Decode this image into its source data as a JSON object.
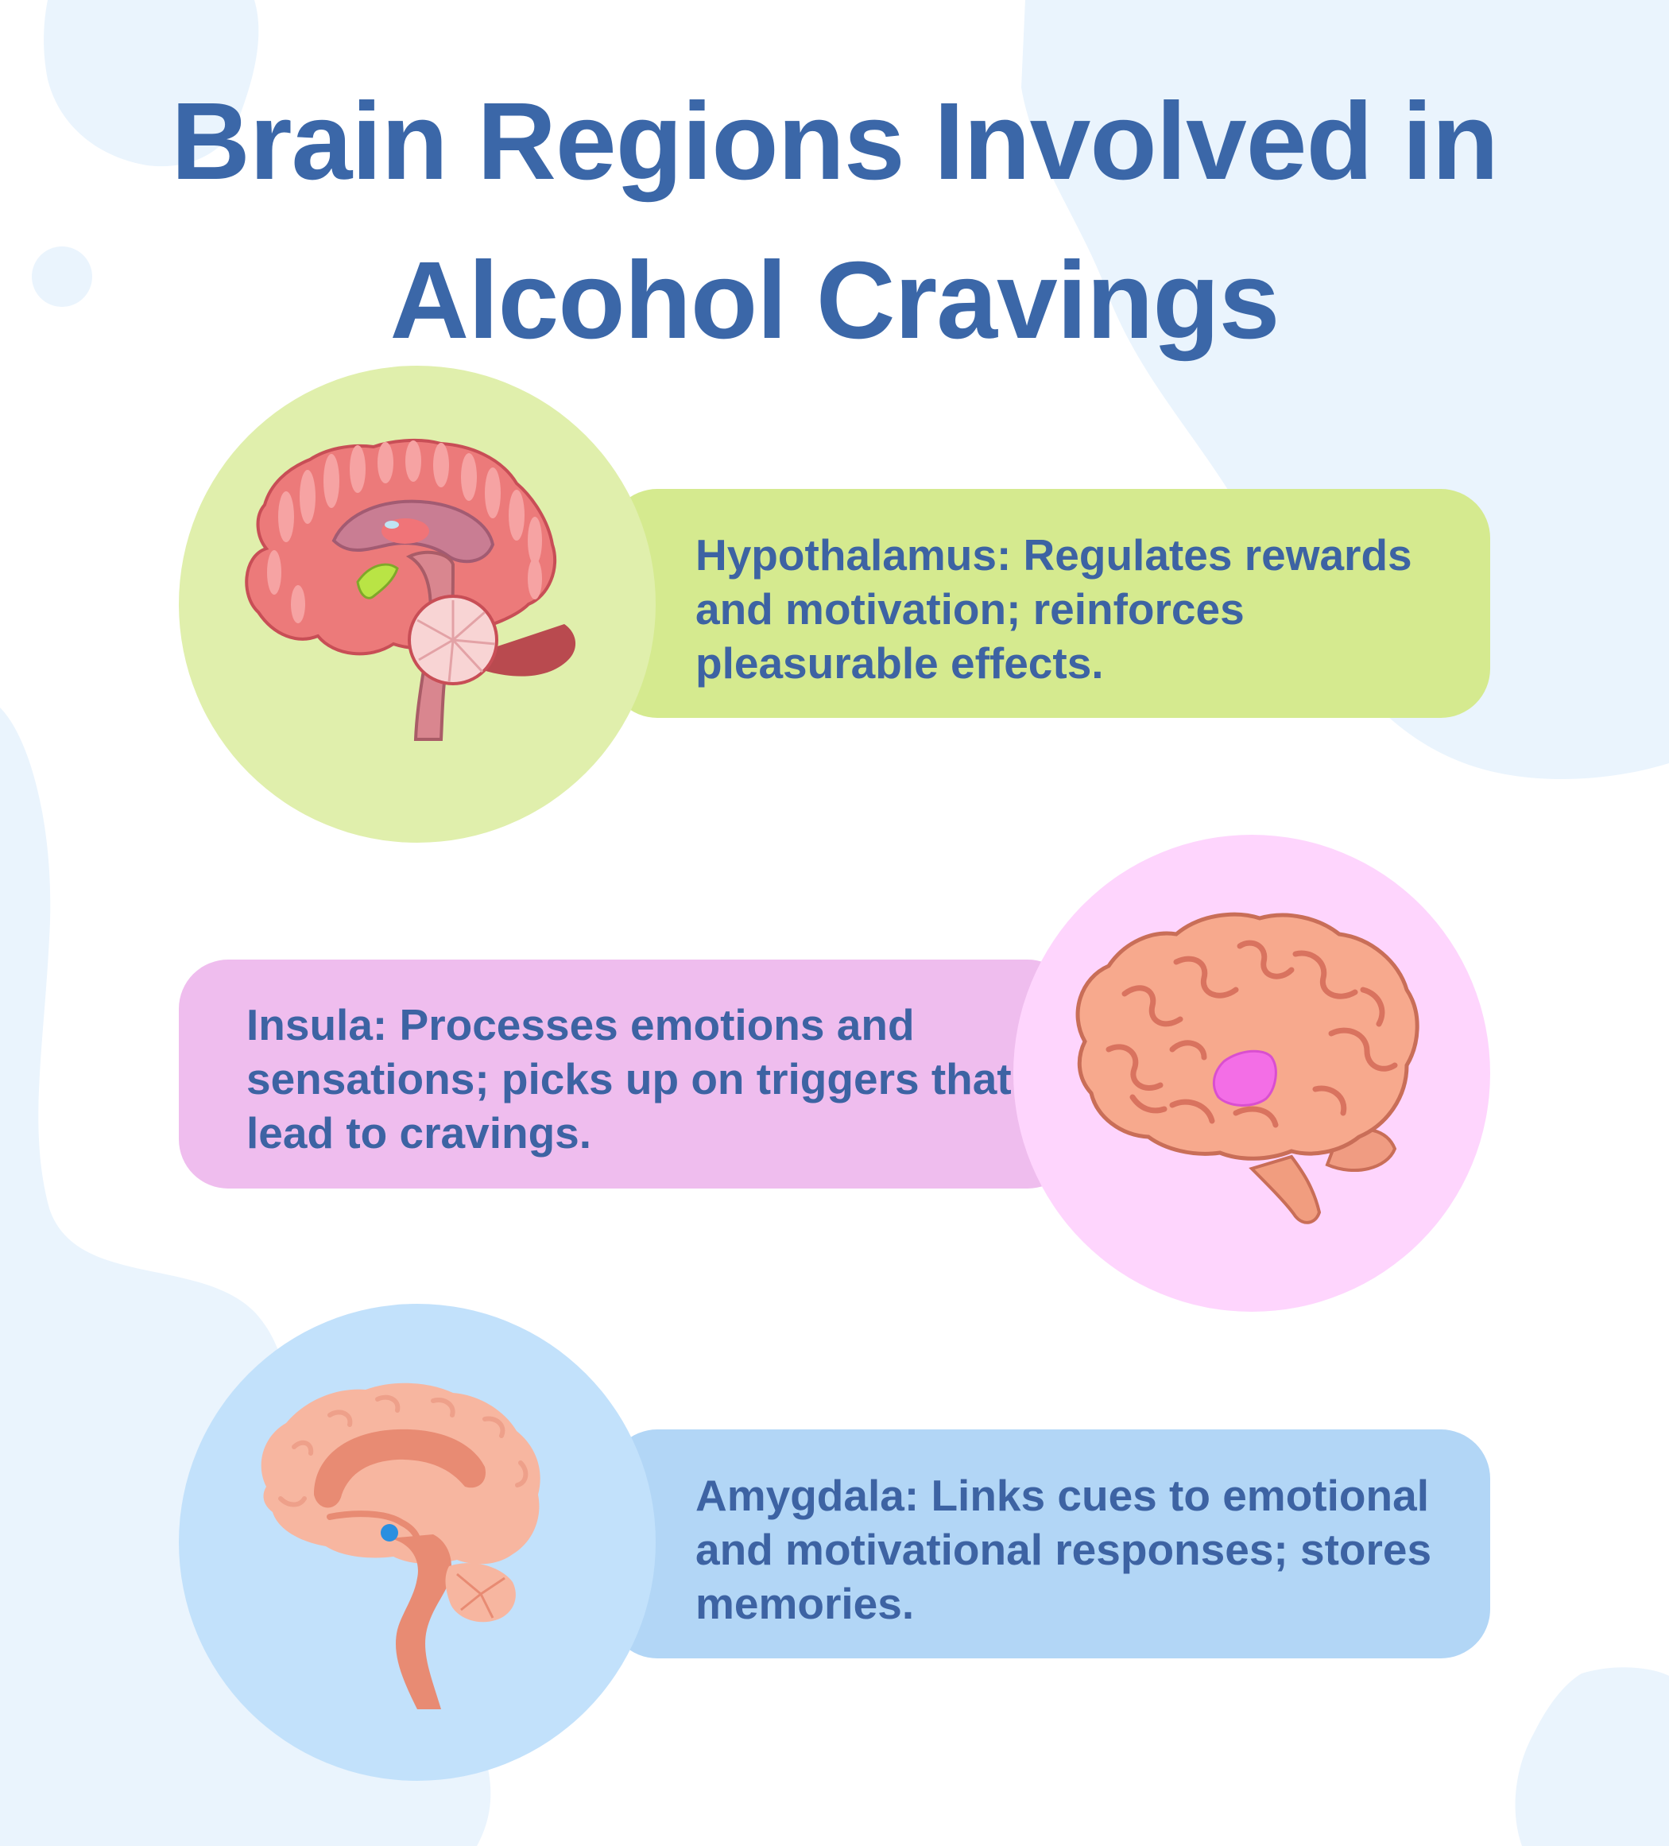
{
  "title": {
    "line1": "Brain Regions Involved in",
    "line2": "Alcohol Cravings"
  },
  "regions": [
    {
      "text": "Hypothalamus: Regulates rewards and motivation; reinforces pleasurable effects.",
      "highlight_color": "#b9e445",
      "icon": "sagittal-brain-hypothalamus-icon"
    },
    {
      "text": "Insula: Processes emotions and sensations; picks up on triggers that lead to cravings.",
      "highlight_color": "#f36ee6",
      "icon": "lateral-brain-insula-icon"
    },
    {
      "text": "Amygdala: Links cues to emotional and motivational responses; stores memories.",
      "highlight_color": "#2a8fe0",
      "icon": "sagittal-brain-amygdala-icon"
    }
  ],
  "colors": {
    "title": "#3b67a8",
    "body_text": "#3d63a3",
    "background_blob": "#eaf4fd",
    "pill_green": "#d5ea8f",
    "pill_pink": "#efbdee",
    "pill_blue": "#b2d6f6"
  }
}
